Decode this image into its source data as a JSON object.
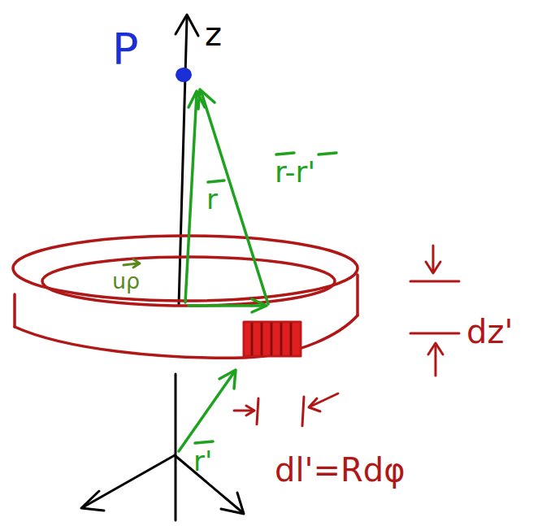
{
  "diagram": {
    "labels": [
      "P",
      "z",
      "r",
      "r-r'",
      "uρ",
      "dz'",
      "r'",
      "dl'=Rdφ"
    ]
  }
}
